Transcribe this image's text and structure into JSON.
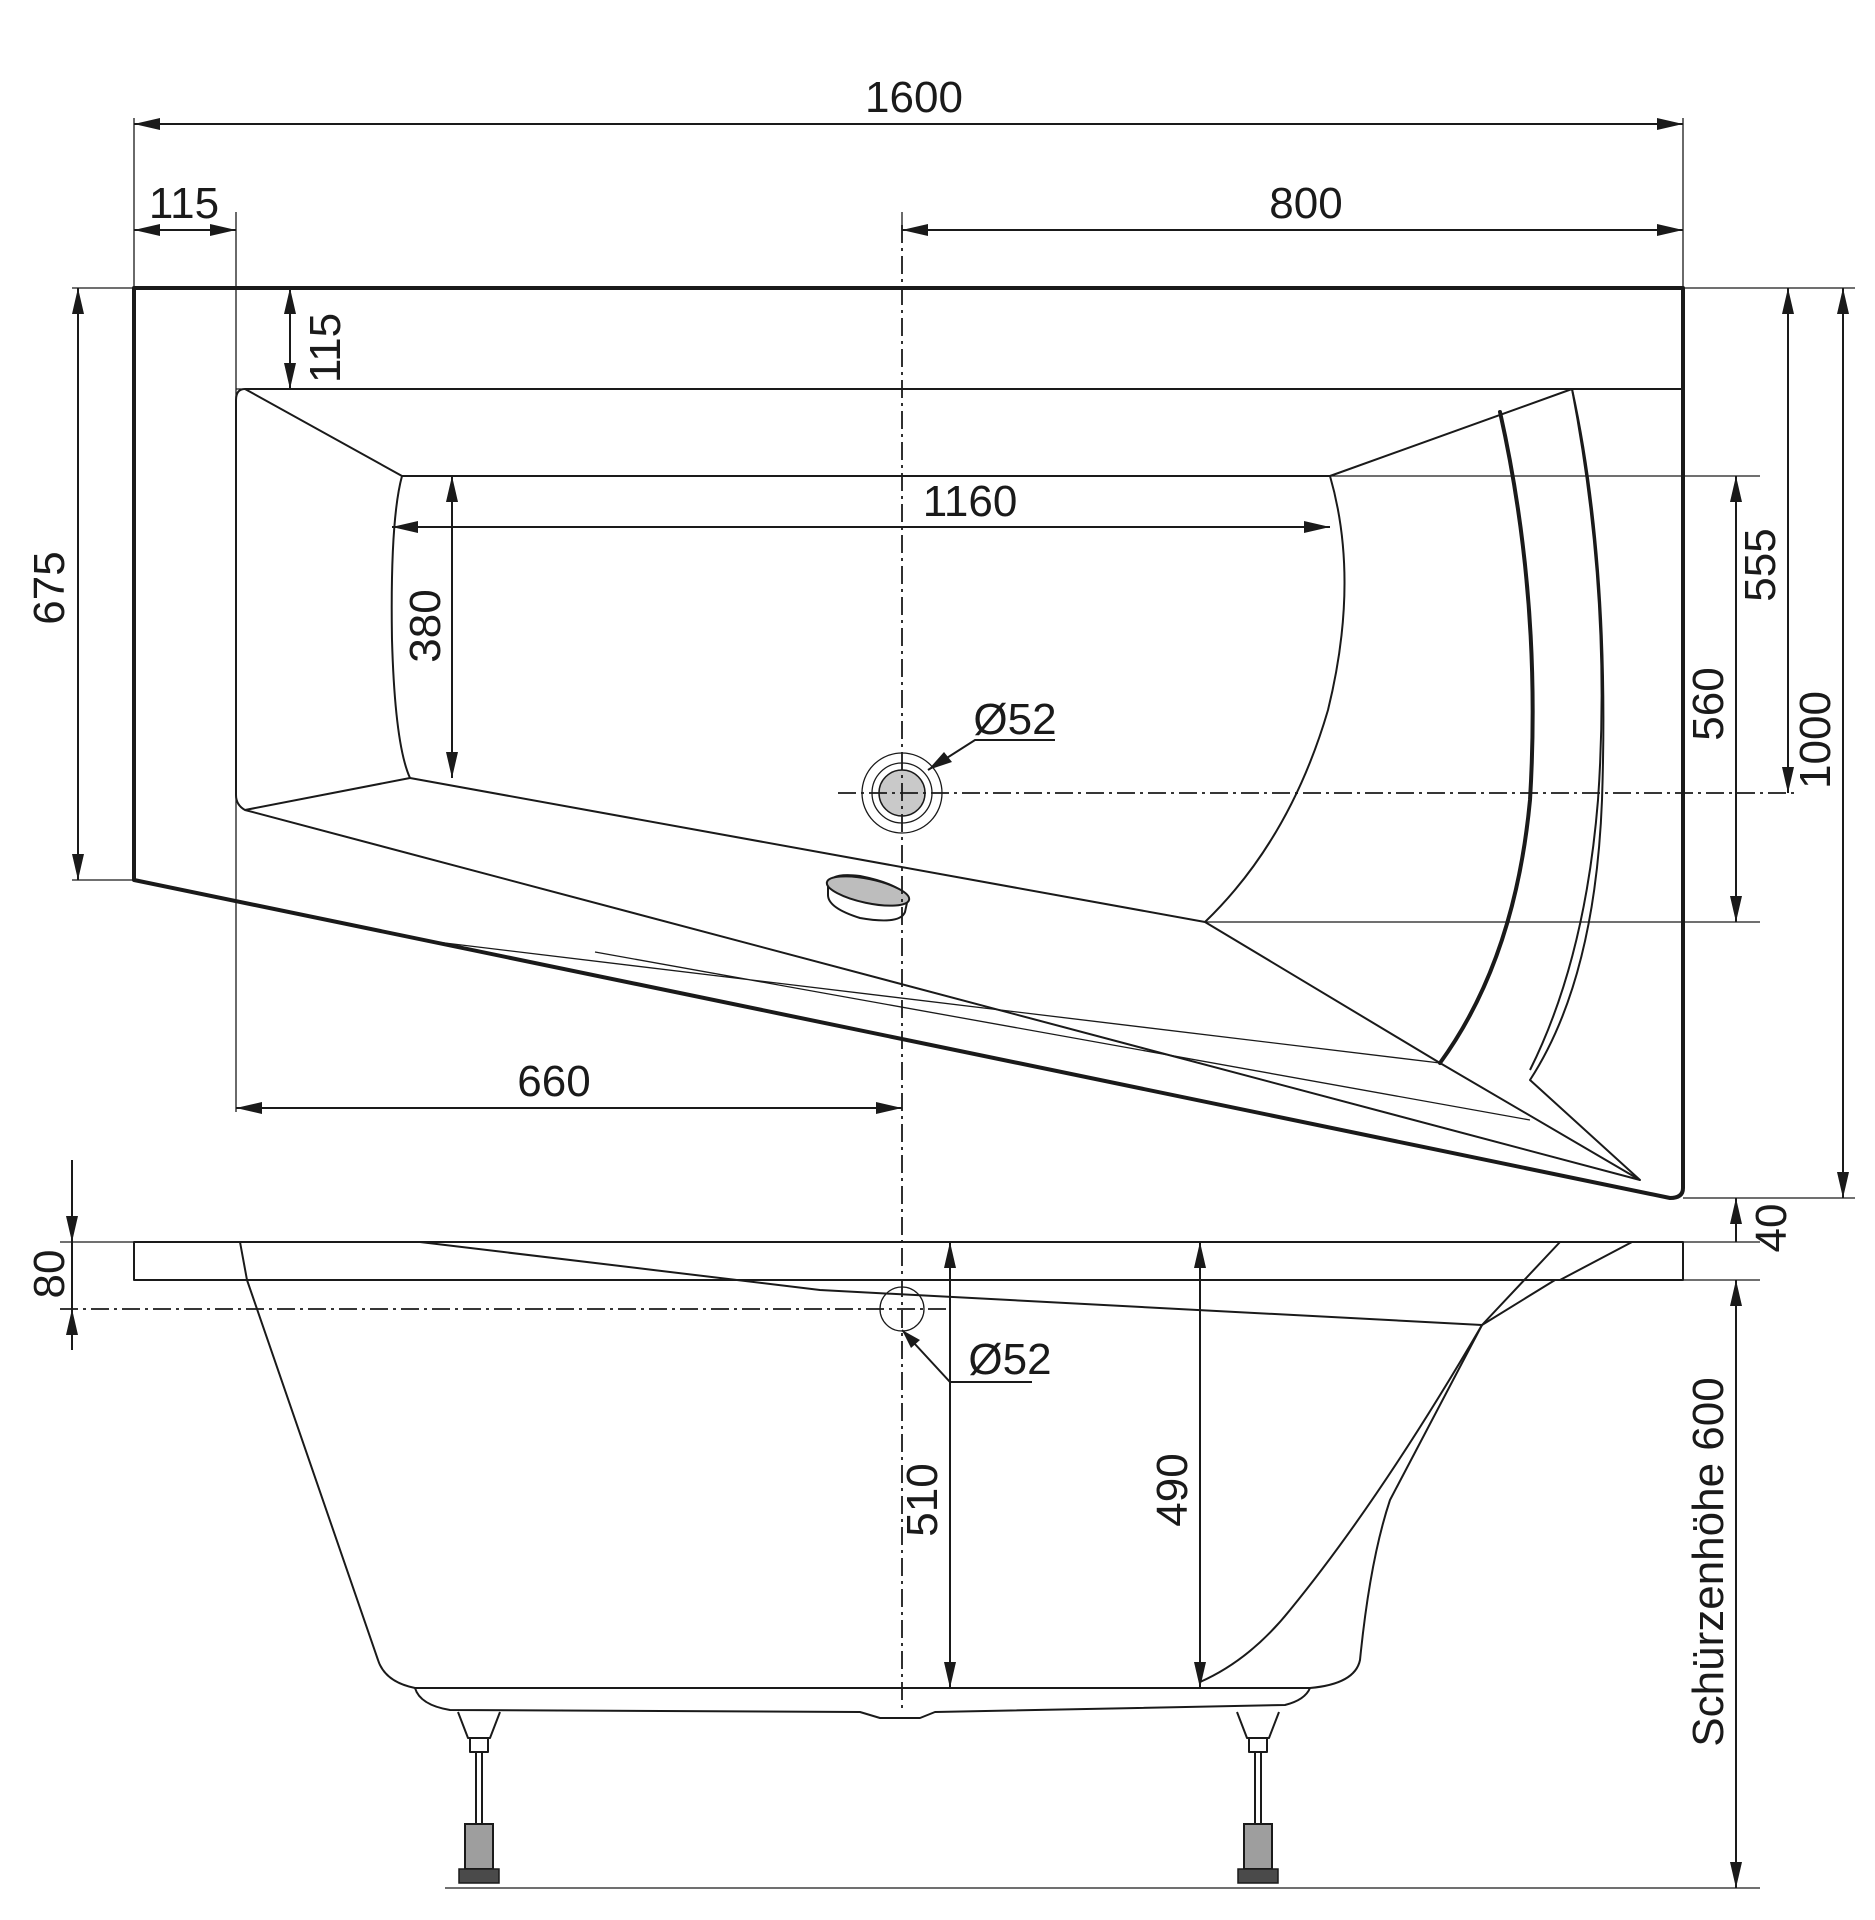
{
  "top_view": {
    "overall_length": "1600",
    "rim_left": "115",
    "half_length": "800",
    "rim_top": "115",
    "width_left": "675",
    "floor_length": "1160",
    "floor_width": "380",
    "drain_diameter": "Ø52",
    "drain_to_left": "660",
    "right_555": "555",
    "right_560": "560",
    "overall_width": "1000",
    "right_40": "40"
  },
  "side_view": {
    "rim_height": "80",
    "overflow_diameter": "Ø52",
    "depth_510": "510",
    "depth_490": "490",
    "apron_height": "Schürzenhöhe 600"
  }
}
